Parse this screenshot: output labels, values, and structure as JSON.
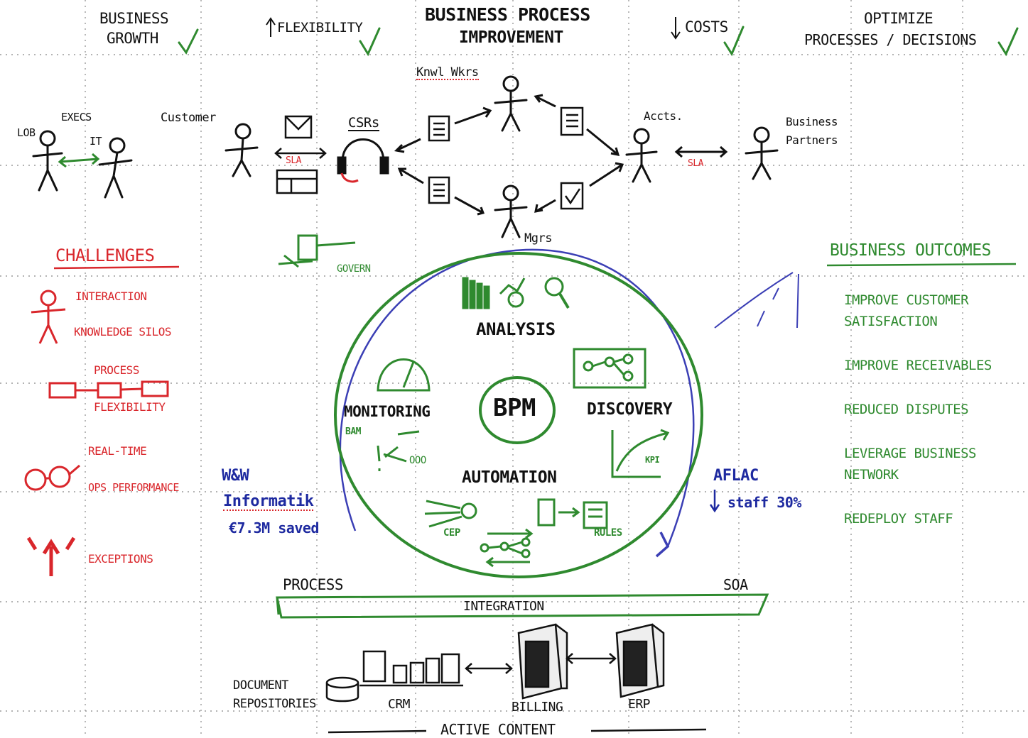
{
  "header": {
    "title_line1": "BUSINESS PROCESS",
    "title_line2": "IMPROVEMENT",
    "goal1_line1": "BUSINESS",
    "goal1_line2": "GROWTH",
    "goal2": "FLEXIBILITY",
    "goal3": "COSTS",
    "goal4_line1": "OPTIMIZE",
    "goal4_line2": "PROCESSES / DECISIONS",
    "check": "✓"
  },
  "actors": {
    "execs": "EXECS",
    "lob": "LOB",
    "it": "IT",
    "customer": "Customer",
    "csrs": "CSRs",
    "knowledge_workers": "Knwl Wkrs",
    "mgrs": "Mgrs",
    "accts": "Accts.",
    "business_partners_line1": "Business",
    "business_partners_line2": "Partners",
    "sla1": "SLA",
    "sla2": "SLA",
    "govern": "GOVERN"
  },
  "challenges": {
    "title": "CHALLENGES",
    "items": [
      "INTERACTION",
      "KNOWLEDGE SILOS",
      "PROCESS",
      "FLEXIBILITY",
      "REAL-TIME",
      "OPS PERFORMANCE",
      "EXCEPTIONS"
    ]
  },
  "bpm_cycle": {
    "center": "BPM",
    "analysis": "ANALYSIS",
    "discovery": "DISCOVERY",
    "automation": "AUTOMATION",
    "monitoring": "MONITORING",
    "bam": "BAM",
    "cep": "CEP",
    "rules": "RULES",
    "kpi": "KPI",
    "ooo": "OOO"
  },
  "case_studies": {
    "left_line1": "W&W",
    "left_line2": "Informatik",
    "left_line3": "€7.3M saved",
    "right_line1": "AFLAC",
    "right_line2": "staff 30%"
  },
  "business_outcomes": {
    "title": "BUSINESS OUTCOMES",
    "items": [
      "IMPROVE CUSTOMER",
      "SATISFACTION",
      "IMPROVE RECEIVABLES",
      "REDUCED DISPUTES",
      "LEVERAGE BUSINESS",
      "NETWORK",
      "REDEPLOY STAFF"
    ]
  },
  "infrastructure": {
    "process": "PROCESS",
    "soa": "SOA",
    "integration": "INTEGRATION",
    "document_repositories_line1": "DOCUMENT",
    "document_repositories_line2": "REPOSITORIES",
    "crm": "CRM",
    "billing": "BILLING",
    "erp": "ERP",
    "active_content": "ACTIVE CONTENT"
  },
  "colors": {
    "ink": "#111111",
    "red": "#d9262b",
    "green": "#2f8a2f",
    "blue": "#1e2aa0",
    "grid": "#9a9a9a"
  }
}
